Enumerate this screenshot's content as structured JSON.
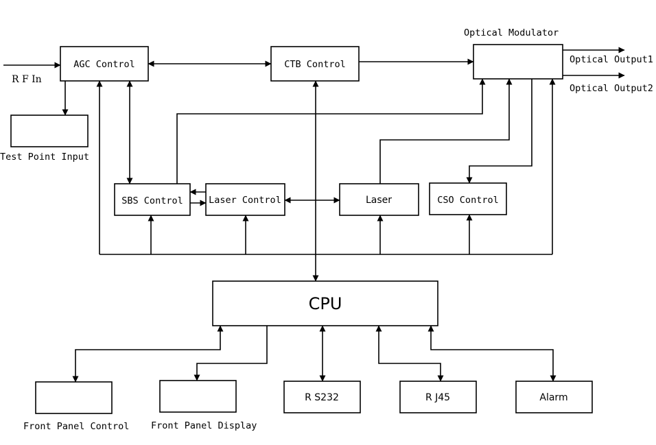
{
  "labels": {
    "rf_in": "R F In",
    "agc_control": "AGC Control",
    "ctb_control": "CTB Control",
    "optical_modulator": "Optical Modulator",
    "optical_output1": "Optical Output1",
    "optical_output2": "Optical Output2",
    "test_point_input": "Test Point Input",
    "sbs_control": "SBS Control",
    "laser_control": "Laser Control",
    "laser": "Laser",
    "cso_control": "CSO Control",
    "cpu": "CPU",
    "front_panel_control": "Front Panel Control",
    "front_panel_display": "Front Panel Display",
    "rs232": "R S232",
    "rj45": "R J45",
    "alarm": "Alarm"
  }
}
